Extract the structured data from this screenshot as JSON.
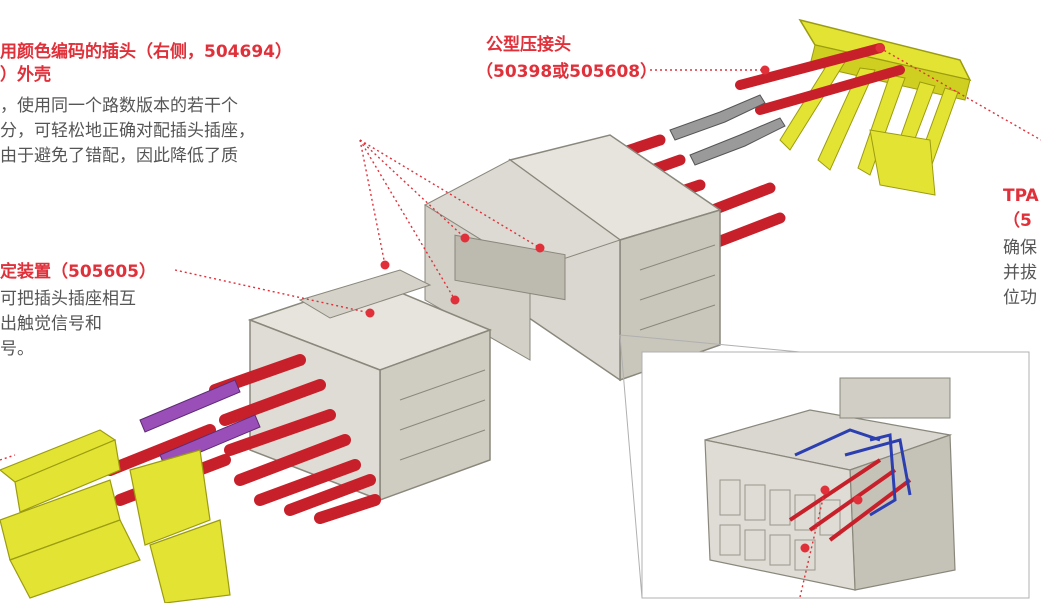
{
  "labels": {
    "color_coded_housing": {
      "title_line1": "用颜色编码的插头（右侧，504694）",
      "title_line2": "）外壳",
      "desc_line1": "，使用同一个路数版本的若干个",
      "desc_line2": "分，可轻松地正确对配插头插座，",
      "desc_line3": "由于避免了错配，因此降低了质"
    },
    "male_crimp_terminal": {
      "title_line1": "公型压接头",
      "title_line2": "（50398或505608）"
    },
    "locking_device": {
      "title": "定装置（505605）",
      "desc_line1": "可把插头插座相互",
      "desc_line2": "出触觉信号和",
      "desc_line3": "号。"
    },
    "tpa": {
      "title_line1": "TPA",
      "title_line2": "（5",
      "desc_line1": "确保",
      "desc_line2": "并拔",
      "desc_line3": "位功"
    }
  },
  "colors": {
    "label_red": "#e0303a",
    "body_gray": "#555555",
    "housing": "#d9d7cf",
    "housing_shade": "#b9b6ab",
    "wire": "#c8202a",
    "tpa_yellow": "#e3e334",
    "terminal_purple": "#9a4fb8",
    "inset_blue": "#2c3fb0"
  }
}
